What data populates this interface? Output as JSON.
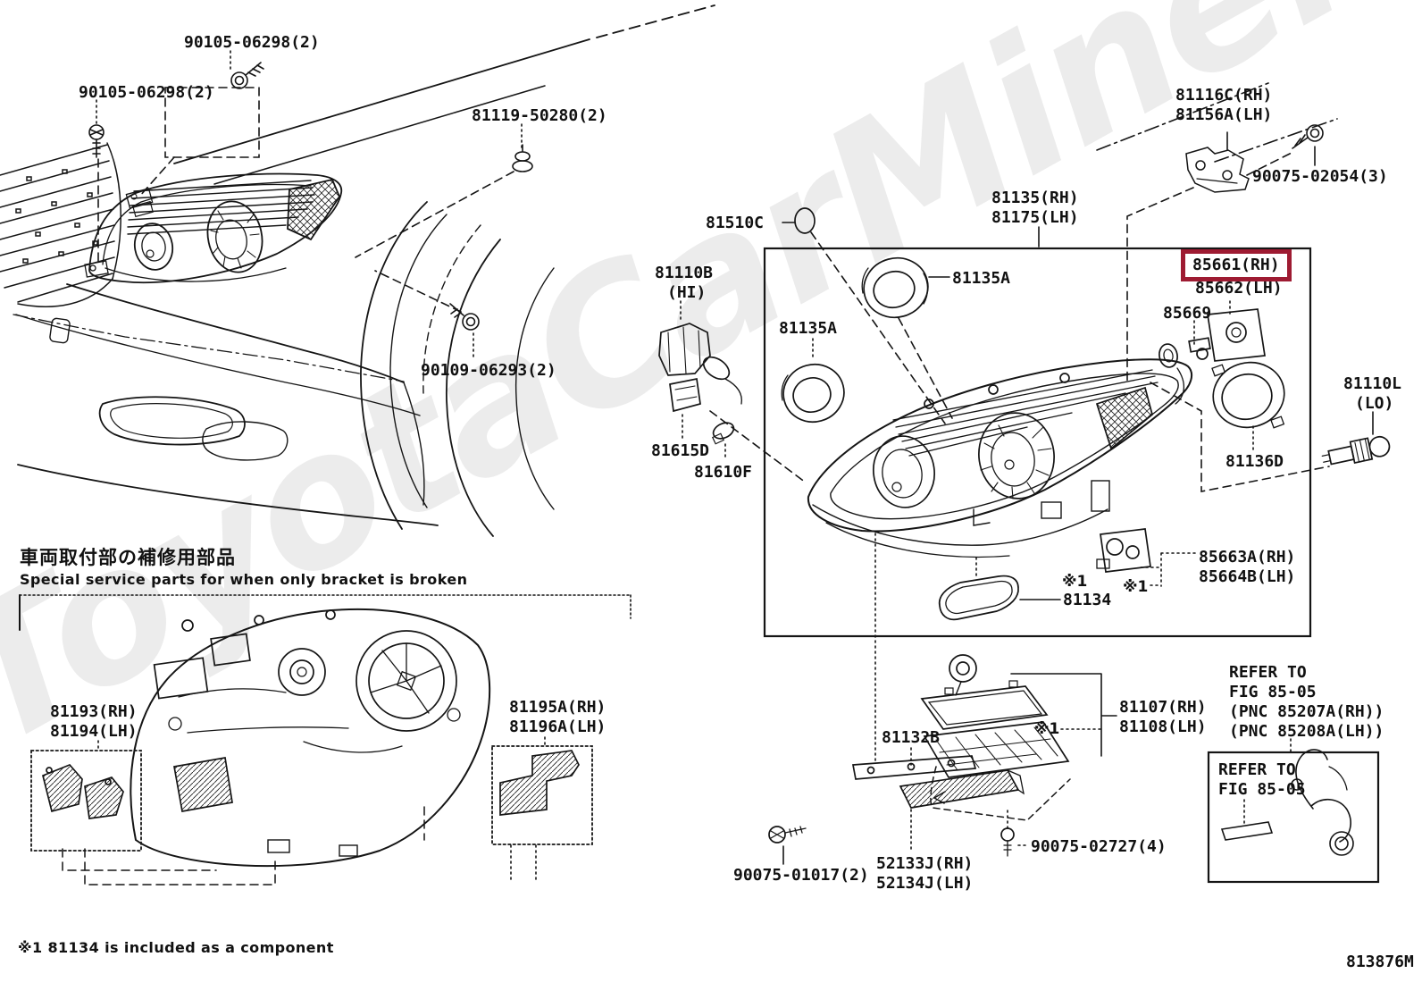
{
  "doc": {
    "number": "813876M",
    "note": "※1 81134 is included as a component"
  },
  "section": {
    "title_jp": "車両取付部の補修用部品",
    "title_en": "Special service parts for when only bracket is broken"
  },
  "watermark": {
    "text": "ToyotaCarMine.ru"
  },
  "colors": {
    "highlight": "#9e1b32",
    "line": "#151515",
    "watermark": "#ececec"
  },
  "labels": {
    "l90105a": "90105-06298(2)",
    "l90105b": "90105-06298(2)",
    "l81119": "81119-50280(2)",
    "l81116c": [
      "81116C(RH)",
      "81156A(LH)"
    ],
    "l90075a": "90075-02054(3)",
    "l81135": [
      "81135(RH)",
      "81175(LH)"
    ],
    "l81510c": "81510C",
    "l81135a_r": "81135A",
    "l81135a_l": "81135A",
    "l85661": "85661(RH)",
    "l85662": "85662(LH)",
    "l85669": "85669",
    "l81110b": [
      "81110B",
      "(HI)"
    ],
    "l81110l": [
      "81110L",
      "(LO)"
    ],
    "l81136d": "81136D",
    "l81615d": "81615D",
    "l81610f": "81610F",
    "l90109": "90109-06293(2)",
    "l85663": [
      "85663A(RH)",
      "85664B(LH)"
    ],
    "star": "※1",
    "l81134": "81134",
    "l81107": [
      "81107(RH)",
      "81108(LH)"
    ],
    "ref1": [
      "REFER TO",
      "FIG 85-05",
      "(PNC 85207A(RH))",
      "(PNC 85208A(LH))"
    ],
    "ref2": [
      "REFER TO",
      "FIG 85-05"
    ],
    "l81132b": "81132B",
    "l90075c": "90075-02727(4)",
    "l90075b": "90075-01017(2)",
    "l52133": [
      "52133J(RH)",
      "52134J(LH)"
    ],
    "l81193": [
      "81193(RH)",
      "81194(LH)"
    ],
    "l81195": [
      "81195A(RH)",
      "81196A(LH)"
    ]
  }
}
